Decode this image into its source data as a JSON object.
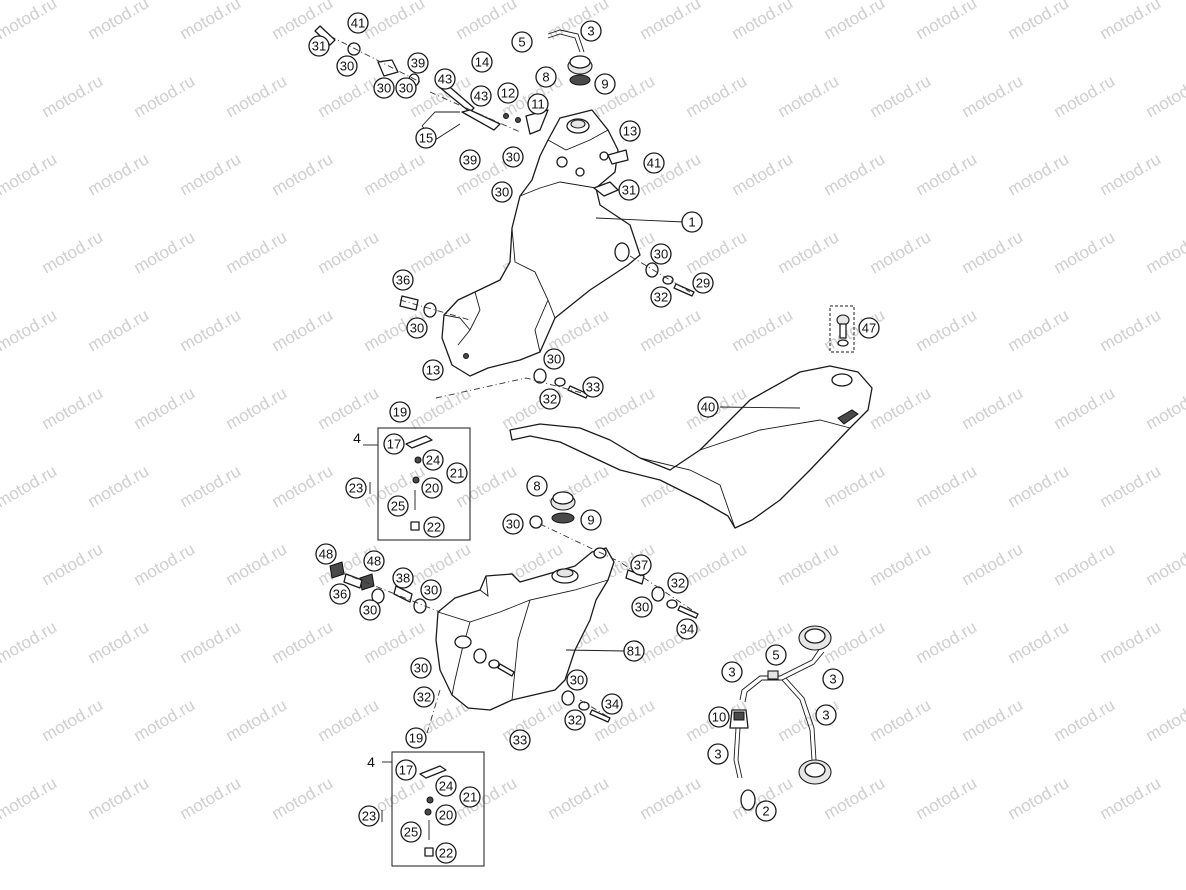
{
  "watermark": "motod.ru",
  "callouts": [
    {
      "id": "c1",
      "label": "1"
    },
    {
      "id": "c2",
      "label": "2"
    },
    {
      "id": "c3a",
      "label": "3"
    },
    {
      "id": "c3b",
      "label": "3"
    },
    {
      "id": "c3c",
      "label": "3"
    },
    {
      "id": "c3d",
      "label": "3"
    },
    {
      "id": "c3e",
      "label": "3"
    },
    {
      "id": "c5a",
      "label": "5"
    },
    {
      "id": "c5b",
      "label": "5"
    },
    {
      "id": "c8a",
      "label": "8"
    },
    {
      "id": "c8b",
      "label": "8"
    },
    {
      "id": "c9a",
      "label": "9"
    },
    {
      "id": "c9b",
      "label": "9"
    },
    {
      "id": "c10",
      "label": "10"
    },
    {
      "id": "c11",
      "label": "11"
    },
    {
      "id": "c12",
      "label": "12"
    },
    {
      "id": "c13a",
      "label": "13"
    },
    {
      "id": "c13b",
      "label": "13"
    },
    {
      "id": "c14",
      "label": "14"
    },
    {
      "id": "c15",
      "label": "15"
    },
    {
      "id": "c17a",
      "label": "17"
    },
    {
      "id": "c17b",
      "label": "17"
    },
    {
      "id": "c19a",
      "label": "19"
    },
    {
      "id": "c19b",
      "label": "19"
    },
    {
      "id": "c20a",
      "label": "20"
    },
    {
      "id": "c20b",
      "label": "20"
    },
    {
      "id": "c21a",
      "label": "21"
    },
    {
      "id": "c21b",
      "label": "21"
    },
    {
      "id": "c22a",
      "label": "22"
    },
    {
      "id": "c22b",
      "label": "22"
    },
    {
      "id": "c23a",
      "label": "23"
    },
    {
      "id": "c23b",
      "label": "23"
    },
    {
      "id": "c24a",
      "label": "24"
    },
    {
      "id": "c24b",
      "label": "24"
    },
    {
      "id": "c25a",
      "label": "25"
    },
    {
      "id": "c25b",
      "label": "25"
    },
    {
      "id": "c29",
      "label": "29"
    },
    {
      "id": "c30a",
      "label": "30"
    },
    {
      "id": "c30b",
      "label": "30"
    },
    {
      "id": "c30c",
      "label": "30"
    },
    {
      "id": "c30d",
      "label": "30"
    },
    {
      "id": "c30e",
      "label": "30"
    },
    {
      "id": "c30f",
      "label": "30"
    },
    {
      "id": "c30g",
      "label": "30"
    },
    {
      "id": "c30h",
      "label": "30"
    },
    {
      "id": "c30i",
      "label": "30"
    },
    {
      "id": "c30j",
      "label": "30"
    },
    {
      "id": "c30k",
      "label": "30"
    },
    {
      "id": "c30l",
      "label": "30"
    },
    {
      "id": "c30m",
      "label": "30"
    },
    {
      "id": "c30n",
      "label": "30"
    },
    {
      "id": "c31a",
      "label": "31"
    },
    {
      "id": "c31b",
      "label": "31"
    },
    {
      "id": "c32a",
      "label": "32"
    },
    {
      "id": "c32b",
      "label": "32"
    },
    {
      "id": "c32c",
      "label": "32"
    },
    {
      "id": "c32d",
      "label": "32"
    },
    {
      "id": "c32e",
      "label": "32"
    },
    {
      "id": "c33a",
      "label": "33"
    },
    {
      "id": "c33b",
      "label": "33"
    },
    {
      "id": "c34a",
      "label": "34"
    },
    {
      "id": "c34b",
      "label": "34"
    },
    {
      "id": "c36a",
      "label": "36"
    },
    {
      "id": "c36b",
      "label": "36"
    },
    {
      "id": "c37",
      "label": "37"
    },
    {
      "id": "c38",
      "label": "38"
    },
    {
      "id": "c39a",
      "label": "39"
    },
    {
      "id": "c39b",
      "label": "39"
    },
    {
      "id": "c40",
      "label": "40"
    },
    {
      "id": "c41a",
      "label": "41"
    },
    {
      "id": "c41b",
      "label": "41"
    },
    {
      "id": "c43a",
      "label": "43"
    },
    {
      "id": "c43b",
      "label": "43"
    },
    {
      "id": "c47",
      "label": "47"
    },
    {
      "id": "c48a",
      "label": "48"
    },
    {
      "id": "c48b",
      "label": "48"
    },
    {
      "id": "c81",
      "label": "81"
    }
  ],
  "plain_labels": {
    "box4_top": "4",
    "box4_bottom": "4",
    "hose5": "5",
    "clamp2": "2"
  }
}
